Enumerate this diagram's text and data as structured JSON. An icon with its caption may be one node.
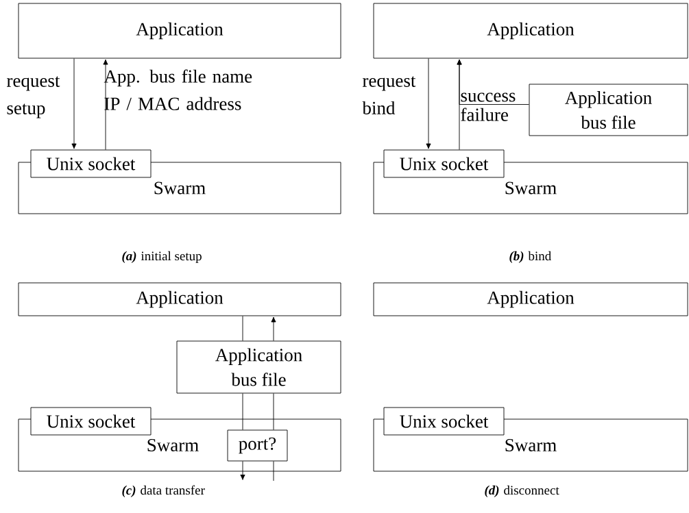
{
  "diagram": {
    "nodes": [
      {
        "text": [
          "Application"
        ]
      },
      {
        "text": [
          "Swarm"
        ]
      },
      {
        "text": [
          "Unix socket"
        ]
      },
      {
        "text": [
          "Application"
        ]
      },
      {
        "text": [
          "Application bus file"
        ]
      },
      {
        "text": [
          "Swarm"
        ]
      },
      {
        "text": [
          "Unix socket"
        ]
      },
      {
        "text": [
          "Application"
        ]
      },
      {
        "text": [
          "Application bus file"
        ]
      },
      {
        "text": [
          "Swarm"
        ]
      },
      {
        "text": [
          "Unix socket"
        ]
      },
      {
        "text": [
          "port?"
        ],
        "in": 9
      },
      {
        "text": [
          "Application"
        ]
      },
      {
        "text": [
          "Swarm"
        ]
      },
      {
        "text": [
          "Unix socket"
        ]
      }
    ],
    "edges": [
      {
        "from": 0,
        "to": 2,
        "arrow": "to",
        "label": "request setup"
      },
      {
        "from": 2,
        "to": 0,
        "arrow": "to",
        "label": "App. bus file name IP / MAC address"
      },
      {
        "from": 3,
        "to": 6,
        "arrow": "to",
        "label": "request bind"
      },
      {
        "from": 6,
        "to": 3,
        "arrow": "to"
      },
      {
        "from": 4,
        "to": 3,
        "arrow": "to",
        "label": "success"
      },
      {
        "from": 7,
        "to": 8,
        "arrow": "none"
      },
      {
        "from": 8,
        "to": 11,
        "arrow": "none"
      },
      {
        "from": 11,
        "to": null,
        "arrow": "to"
      },
      {
        "from": null,
        "to": 11,
        "arrow": "none"
      },
      {
        "from": 11,
        "to": 8,
        "arrow": "none"
      },
      {
        "from": 8,
        "to": 7,
        "arrow": "to"
      }
    ],
    "labels": [
      "(a)",
      "initial setup",
      "(b)",
      "bind",
      "failure",
      "(c)",
      "data transfer",
      "(d)",
      "disconnect"
    ]
  }
}
